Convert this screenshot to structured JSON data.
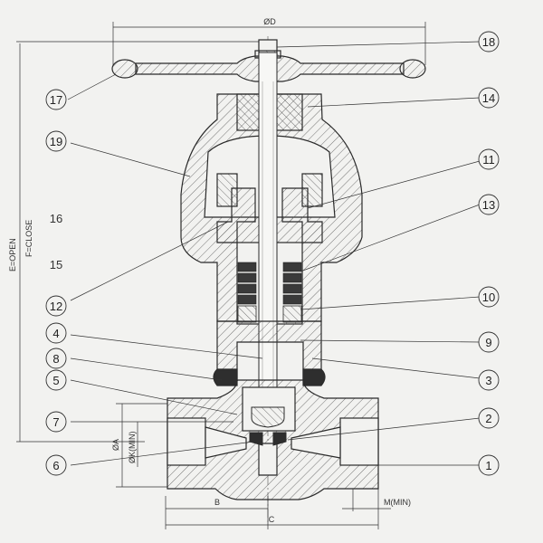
{
  "dimensions": {
    "d": "ØD",
    "e_open": "E=OPEN",
    "f_close": "F=CLOSE",
    "a": "ØA",
    "k_min": "ØK(MIN)",
    "b": "B",
    "c": "C",
    "m_min": "M(MIN)"
  },
  "callouts": {
    "c1": "1",
    "c2": "2",
    "c3": "3",
    "c4": "4",
    "c5": "5",
    "c6": "6",
    "c7": "7",
    "c8": "8",
    "c9": "9",
    "c10": "10",
    "c11": "11",
    "c12": "12",
    "c13": "13",
    "c14": "14",
    "c15": "15",
    "c16": "16",
    "c17": "17",
    "c18": "18",
    "c19": "19"
  },
  "colors": {
    "line": "#2a2a2a",
    "hatch": "#555555",
    "paper": "#f2f2f0",
    "packing": "#3a3a3a"
  }
}
